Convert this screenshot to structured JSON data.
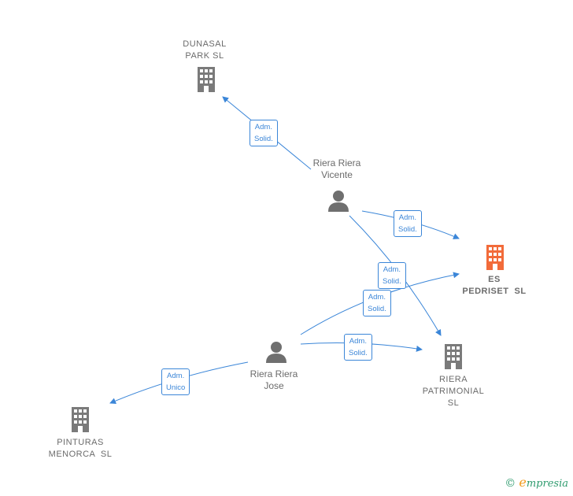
{
  "colors": {
    "accent": "#3b86d8",
    "building": "#7a7a7a",
    "main_company": "#f26b3a",
    "person": "#6f6f6f",
    "label": "#6b6b6b"
  },
  "nodes": {
    "dunasal": {
      "line1": "DUNASAL",
      "line2": "PARK SL",
      "icon": "building-icon"
    },
    "es_pedriset": {
      "line1": "ES",
      "line2": "PEDRISET  SL",
      "icon": "building-icon"
    },
    "riera_patrimonial": {
      "line1": "RIERA",
      "line2": "PATRIMONIAL",
      "line3": "SL",
      "icon": "building-icon"
    },
    "pinturas": {
      "line1": "PINTURAS",
      "line2": "MENORCA  SL",
      "icon": "building-icon"
    },
    "vicente": {
      "line1": "Riera Riera",
      "line2": "Vicente",
      "icon": "person-icon"
    },
    "jose": {
      "line1": "Riera Riera",
      "line2": "Jose",
      "icon": "person-icon"
    }
  },
  "edges": [
    {
      "line1": "Adm.",
      "line2": "Solid."
    },
    {
      "line1": "Adm.",
      "line2": "Solid."
    },
    {
      "line1": "Adm.",
      "line2": "Solid."
    },
    {
      "line1": "Adm.",
      "line2": "Solid."
    },
    {
      "line1": "Adm.",
      "line2": "Solid."
    },
    {
      "line1": "Adm.",
      "line2": "Unico"
    }
  ],
  "watermark": {
    "symbol": "©",
    "brand": "mpresia",
    "brand_initial": "e"
  }
}
